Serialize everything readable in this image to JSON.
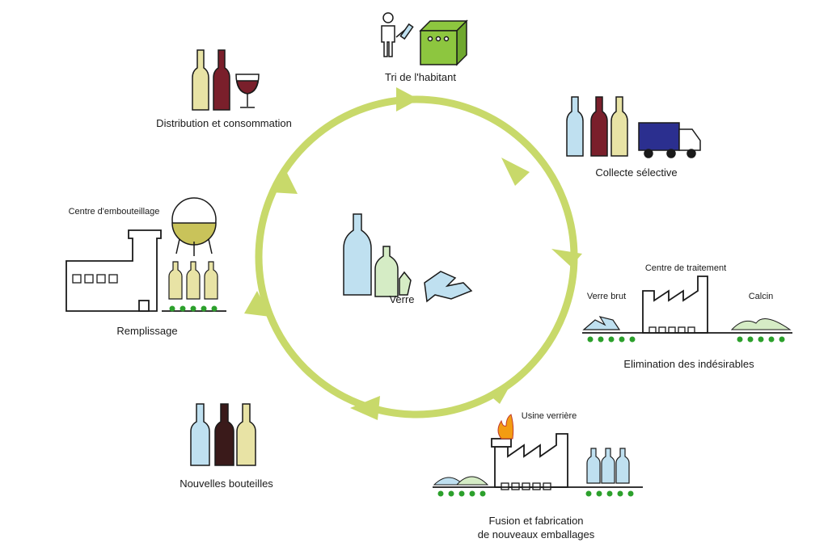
{
  "colors": {
    "cycle": "#c8d96a",
    "green_dot": "#2ca02c",
    "bin": "#8dc63f",
    "truck": "#2b2f8f",
    "glass_blue": "#bfe0f0",
    "glass_red": "#7a1f2b",
    "glass_yellow": "#e8e3a5",
    "glass_green": "#d5ecc5",
    "flame": "#f39c12"
  },
  "center": {
    "label": "Verre"
  },
  "stages": {
    "tri": {
      "label": "Tri de l'habitant"
    },
    "collecte": {
      "label": "Collecte sélective"
    },
    "traitement": {
      "title": "Centre de traitement",
      "left": "Verre brut",
      "right": "Calcin",
      "label": "Elimination des indésirables"
    },
    "usine": {
      "title": "Usine verrière",
      "label_line1": "Fusion et fabrication",
      "label_line2": "de nouveaux emballages"
    },
    "nouvelles": {
      "label": "Nouvelles bouteilles"
    },
    "remplissage": {
      "title": "Centre d'embouteillage",
      "label": "Remplissage"
    },
    "distribution": {
      "label": "Distribution et consommation"
    }
  }
}
